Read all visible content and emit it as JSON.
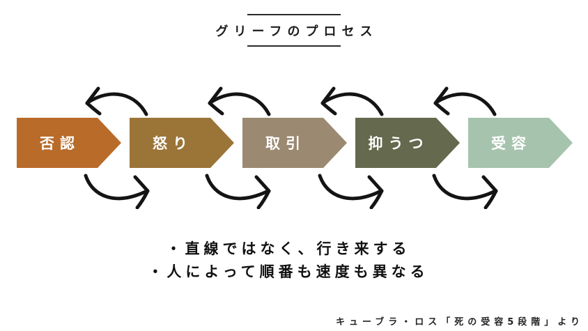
{
  "title": {
    "text": "グリーフのプロセス"
  },
  "stages": [
    {
      "label": "否認",
      "color": "#b96b29"
    },
    {
      "label": "怒り",
      "color": "#9b7438"
    },
    {
      "label": "取引",
      "color": "#9b8971"
    },
    {
      "label": "抑うつ",
      "color": "#65694d"
    },
    {
      "label": "受容",
      "color": "#a6c3ad"
    }
  ],
  "notes": [
    "・直線ではなく、行き来する",
    "・人によって順番も速度も異なる"
  ],
  "attribution": "キューブラ・ロス「死の受容5段階」より",
  "icons": {
    "back_arrow": "curved-arrow-left",
    "forward_arrow": "curved-arrow-right"
  },
  "colors": {
    "background": "#ffffff",
    "ink": "#141414",
    "stage_text": "#ffffff"
  }
}
